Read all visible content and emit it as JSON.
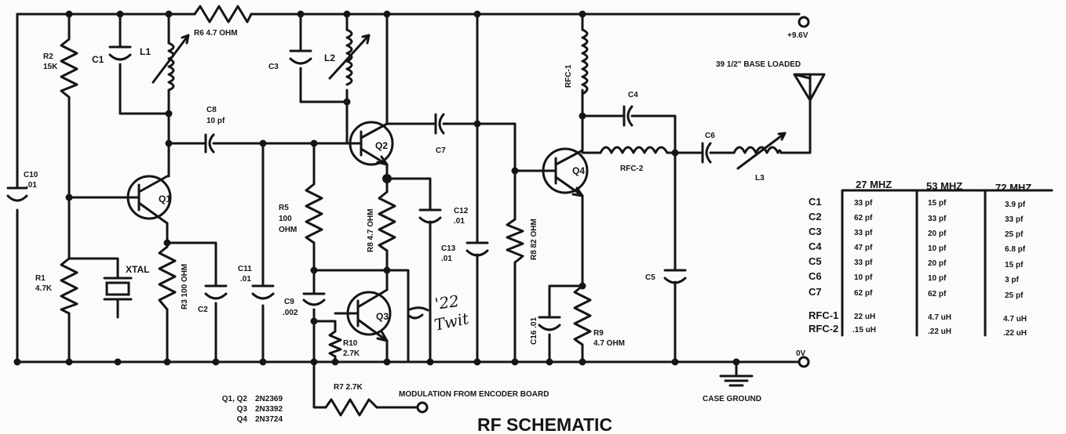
{
  "title": "RF SCHEMATIC",
  "supply": "+9.6V",
  "ground_rail": "0V",
  "antenna": "39 1/2\" BASE LOADED",
  "case_ground": "CASE GROUND",
  "modulation": "MODULATION FROM ENCODER BOARD",
  "handwritten": [
    "'22",
    "Twit"
  ],
  "components": {
    "R6": "R6 4.7 OHM",
    "R2": "R2",
    "R2v": "15K",
    "C1": "C1",
    "L1": "L1",
    "C3": "C3",
    "L2": "L2",
    "RFC1": "RFC-1",
    "C4": "C4",
    "C6": "C6",
    "L3": "L3",
    "RFC2": "RFC-2",
    "C8": "C8",
    "C8v": "10 pf",
    "Q2": "Q2",
    "C7": "C7",
    "Q4": "Q4",
    "C10": "C10",
    "C10v": ".01",
    "Q1": "Q1",
    "R5": "R5",
    "R5v": "100",
    "R5u": "OHM",
    "R8side": "R8 4.7 OHM",
    "C12": "C12",
    "C12v": ".01",
    "C13": "C13",
    "C13v": ".01",
    "R8": "R8 82 OHM",
    "R1": "R1",
    "R1v": "4.7K",
    "XTAL": "XTAL",
    "R3": "R3 100 OHM",
    "C2": "C2",
    "C11": "C11",
    "C11v": ".01",
    "C9": "C9",
    "C9v": ".002",
    "Q3": "Q3",
    "R10": "R10",
    "R10v": "2.7K",
    "C16": "C16 .01",
    "R9": "R9",
    "R9v": "4.7 OHM",
    "C5": "C5",
    "R7": "R7  2.7K"
  },
  "transistors": [
    {
      "refs": "Q1,  Q2",
      "part": "2N2369"
    },
    {
      "refs": "Q3",
      "part": "2N3392"
    },
    {
      "refs": "Q4",
      "part": "2N3724"
    }
  ],
  "table": {
    "headers": [
      "27 MHZ",
      "53 MHZ",
      "72 MHZ"
    ],
    "rows": [
      {
        "part": "C1",
        "v": [
          "33 pf",
          "15 pf",
          "3.9 pf"
        ]
      },
      {
        "part": "C2",
        "v": [
          "62 pf",
          "33 pf",
          "33 pf"
        ]
      },
      {
        "part": "C3",
        "v": [
          "33 pf",
          "20 pf",
          "25 pf"
        ]
      },
      {
        "part": "C4",
        "v": [
          "47 pf",
          "10 pf",
          "6.8 pf"
        ]
      },
      {
        "part": "C5",
        "v": [
          "33 pf",
          "20 pf",
          "15 pf"
        ]
      },
      {
        "part": "C6",
        "v": [
          "10 pf",
          "10 pf",
          "3 pf"
        ]
      },
      {
        "part": "C7",
        "v": [
          "62 pf",
          "62 pf",
          "25 pf"
        ]
      },
      {
        "part": "RFC-1",
        "v": [
          "22 uH",
          "4.7 uH",
          "4.7 uH"
        ]
      },
      {
        "part": "RFC-2",
        "v": [
          ".15 uH",
          ".22 uH",
          ".22 uH"
        ]
      }
    ]
  }
}
